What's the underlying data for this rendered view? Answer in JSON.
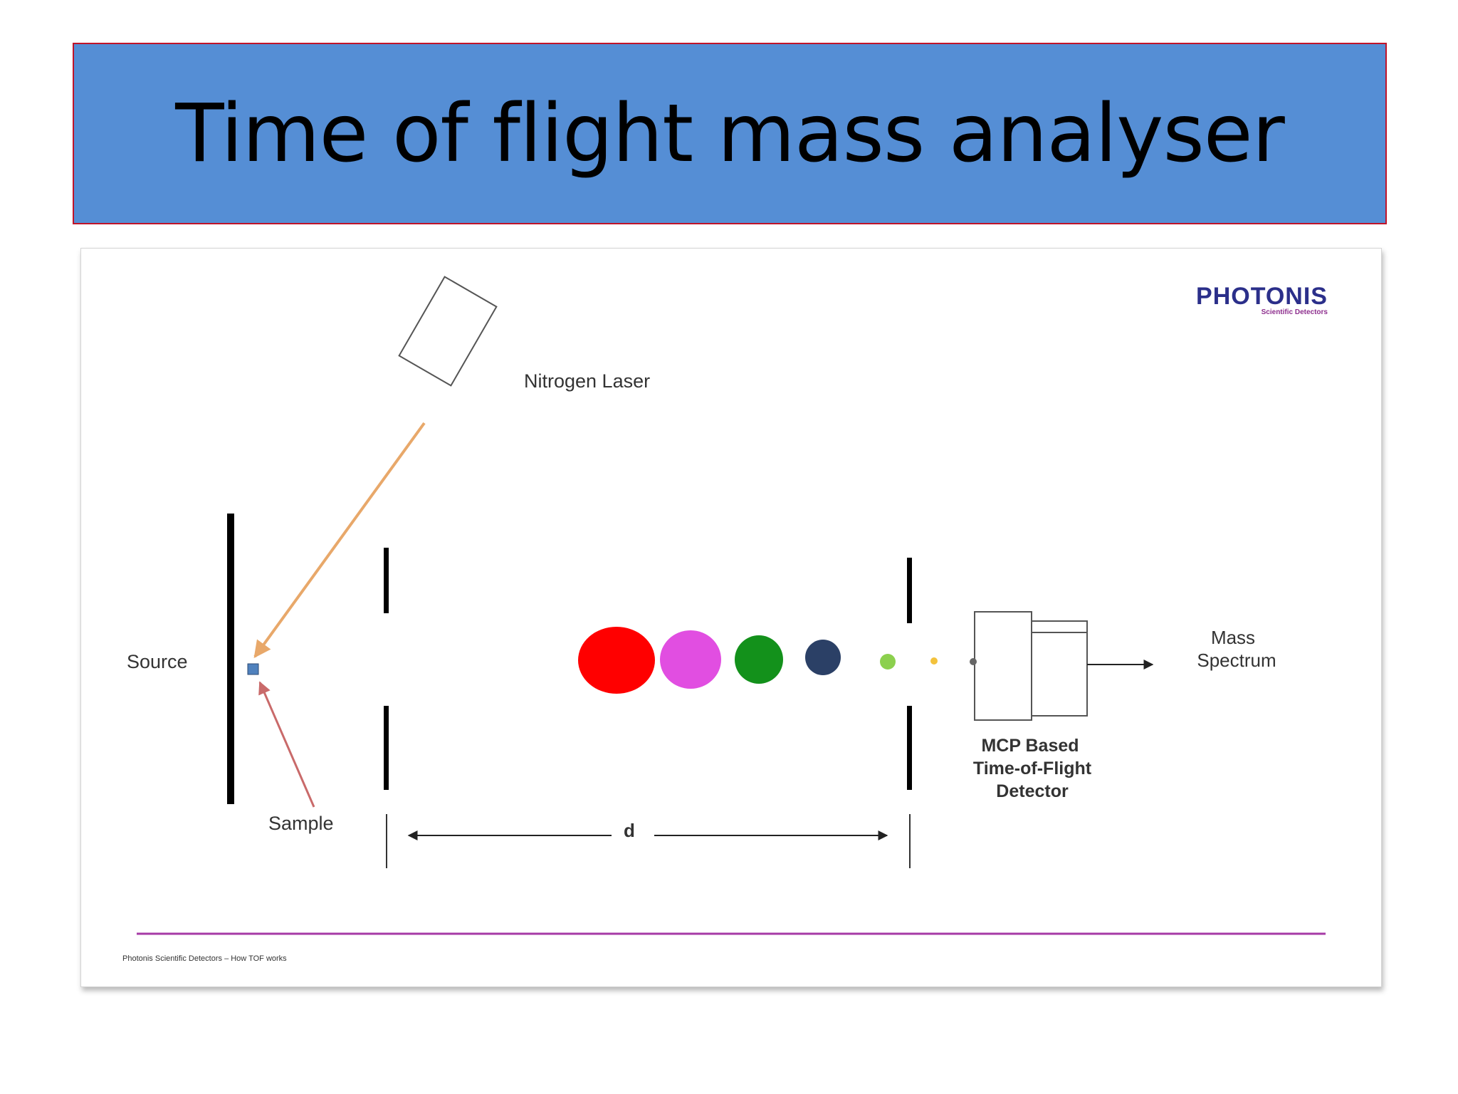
{
  "slide": {
    "title": "Time of flight mass analyser"
  },
  "brand": {
    "name": "PHOTONIS",
    "tagline": "Scientific Detectors",
    "name_color": "#2b2f8a",
    "tagline_color": "#8e2f8e"
  },
  "diagram": {
    "labels": {
      "laser": "Nitrogen Laser",
      "source": "Source",
      "sample": "Sample",
      "distance": "d",
      "detector_line1": "MCP Based",
      "detector_line2": "Time-of-Flight",
      "detector_line3": "Detector",
      "output_line1": "Mass",
      "output_line2": "Spectrum"
    },
    "ions": [
      {
        "name": "ion-red",
        "color": "#ff0000"
      },
      {
        "name": "ion-magenta",
        "color": "#e14ee1"
      },
      {
        "name": "ion-green",
        "color": "#13911b"
      },
      {
        "name": "ion-navy",
        "color": "#2b4066"
      },
      {
        "name": "ion-light-green",
        "color": "#8cd04e"
      },
      {
        "name": "ion-yellow",
        "color": "#f3c23c"
      }
    ],
    "colors": {
      "laser_beam": "#e8a86a",
      "sample_arrow": "#c96a6a",
      "sample_marker": "#4f81bd",
      "footer_rule": "#a63aa6"
    },
    "footer": "Photonis Scientific Detectors – How TOF works"
  }
}
